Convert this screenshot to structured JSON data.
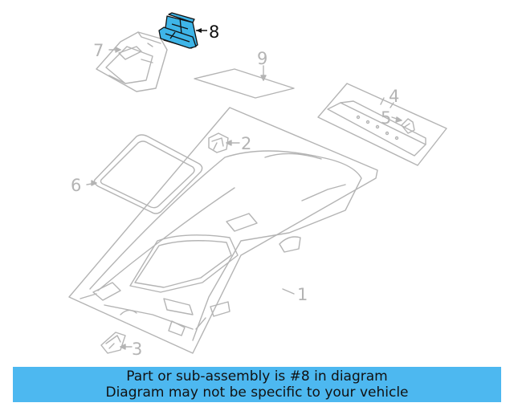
{
  "callouts": [
    {
      "id": "1",
      "label": "1",
      "highlighted": false
    },
    {
      "id": "2",
      "label": "2",
      "highlighted": false
    },
    {
      "id": "3",
      "label": "3",
      "highlighted": false
    },
    {
      "id": "4",
      "label": "4",
      "highlighted": false
    },
    {
      "id": "5",
      "label": "5",
      "highlighted": false
    },
    {
      "id": "6",
      "label": "6",
      "highlighted": false
    },
    {
      "id": "7",
      "label": "7",
      "highlighted": false
    },
    {
      "id": "8",
      "label": "8",
      "highlighted": true
    },
    {
      "id": "9",
      "label": "9",
      "highlighted": false
    }
  ],
  "banner": {
    "line1": "Part or sub-assembly is #8 in diagram",
    "line2": "Diagram may not be specific to your vehicle"
  },
  "colors": {
    "highlight_part": "#3eb5e8",
    "banner_background": "#4db8f0",
    "faded_linework": "#b4b4b4",
    "active_linework": "#111111"
  }
}
